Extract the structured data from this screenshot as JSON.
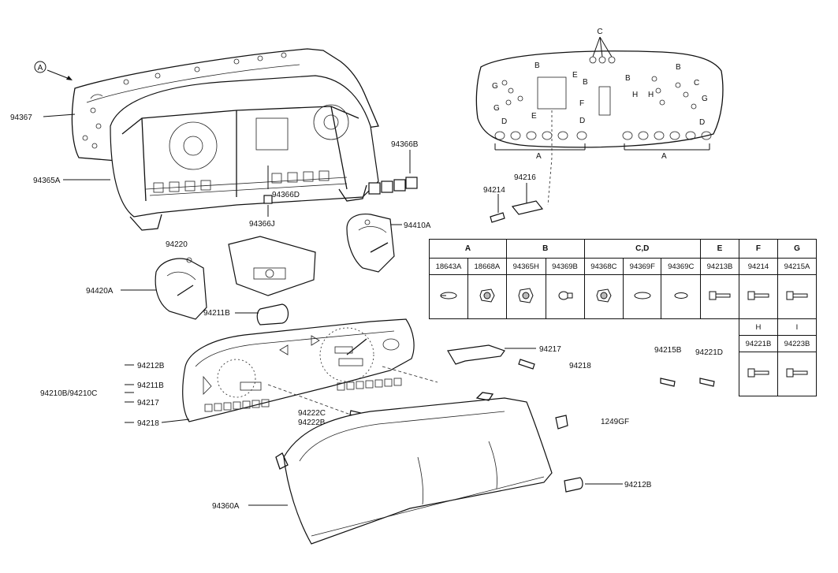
{
  "callouts": {
    "view_marker": "A",
    "p94367": "94367",
    "p94365A": "94365A",
    "p94366B": "94366B",
    "p94366D": "94366D",
    "p94366J": "94366J",
    "p94410A": "94410A",
    "p94220": "94220",
    "p94420A": "94420A",
    "p94211B": "94211B",
    "p94212B_a": "94212B",
    "p94211B_b": "94211B",
    "p94210": "94210B/94210C",
    "p94217_a": "94217",
    "p94218_a": "94218",
    "p94222C": "94222C",
    "p94222B": "94222B",
    "p94217_b": "94217",
    "p94218_b": "94218",
    "p94215B": "94215B",
    "p94221D": "94221D",
    "p1249GF": "1249GF",
    "p94212B_b": "94212B",
    "p94360A": "94360A",
    "p94214": "94214",
    "p94216": "94216"
  },
  "circuit": {
    "top_c": "C",
    "letters": [
      "B",
      "B",
      "G",
      "E",
      "B",
      "B",
      "C",
      "G",
      "D",
      "E",
      "F",
      "D",
      "H",
      "H",
      "G",
      "D",
      "A",
      "A"
    ]
  },
  "table": {
    "headers": [
      "A",
      "B",
      "C,D",
      "E",
      "F",
      "G"
    ],
    "parts": [
      "18643A",
      "18668A",
      "94365H",
      "94369B",
      "94368C",
      "94369F",
      "94369C",
      "94213B",
      "94214",
      "94215A"
    ],
    "sub_headers": [
      "H",
      "I"
    ],
    "sub_parts": [
      "94221B",
      "94223B"
    ]
  }
}
